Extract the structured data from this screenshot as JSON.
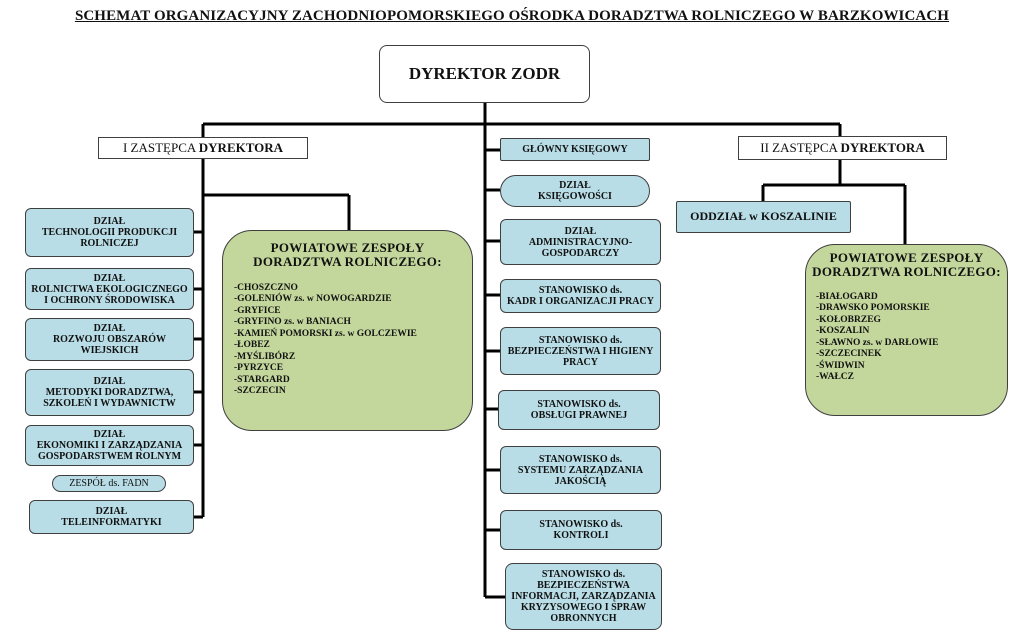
{
  "title": "SCHEMAT ORGANIZACYJNY ZACHODNIOPOMORSKIEGO OŚRODKA DORADZTWA ROLNICZEGO W BARZKOWICACH",
  "director": "DYREKTOR ZODR",
  "deputy1": {
    "prefix": "I ZASTĘPCA ",
    "suffix": "DYREKTORA"
  },
  "deputy2": {
    "prefix": "II ZASTĘPCA ",
    "suffix": "DYREKTORA"
  },
  "left_departments": [
    "DZIAŁ\nTECHNOLOGII PRODUKCJI\nROLNICZEJ",
    "DZIAŁ\nROLNICTWA EKOLOGICZNEGO\nI OCHRONY ŚRODOWISKA",
    "DZIAŁ\nROZWOJU OBSZARÓW\nWIEJSKICH",
    "DZIAŁ\nMETODYKI DORADZTWA,\nSZKOLEŃ I WYDAWNICTW",
    "DZIAŁ\nEKONOMIKI I ZARZĄDZANIA\nGOSPODARSTWEM ROLNYM",
    "ZESPÓŁ ds. FADN",
    "DZIAŁ\nTELEINFORMATYKI"
  ],
  "powiat_left": {
    "title": "POWIATOWE ZESPOŁY\nDORADZTWA ROLNICZEGO:",
    "items": [
      "-CHOSZCZNO",
      "-GOLENIÓW zs. w NOWOGARDZIE",
      "-GRYFICE",
      "-GRYFINO zs. w BANIACH",
      "-KAMIEŃ POMORSKI zs.  w GOLCZEWIE",
      "-ŁOBEZ",
      "-MYŚLIBÓRZ",
      "-PYRZYCE",
      "-STARGARD",
      "-SZCZECIN"
    ]
  },
  "center_units": [
    "GŁÓWNY KSIĘGOWY",
    "DZIAŁ\nKSIĘGOWOŚCI",
    "DZIAŁ\nADMINISTRACYJNO-\nGOSPODARCZY",
    "STANOWISKO ds.\nKADR I ORGANIZACJI PRACY",
    "STANOWISKO ds.\nBEZPIECZEŃSTWA I HIGIENY\nPRACY",
    "STANOWISKO ds.\nOBSŁUGI PRAWNEJ",
    "STANOWISKO ds.\nSYSTEMU ZARZĄDZANIA\nJAKOŚCIĄ",
    "STANOWISKO ds.\nKONTROLI",
    "STANOWISKO ds.\nBEZPIECZEŃSTWA\nINFORMACJI, ZARZĄDZANIA\nKRYZYSOWEGO I SPRAW\nOBRONNYCH"
  ],
  "branch": "ODDZIAŁ w KOSZALINIE",
  "powiat_right": {
    "title": "POWIATOWE ZESPOŁY\nDORADZTWA ROLNICZEGO:",
    "items": [
      "-BIAŁOGARD",
      "-DRAWSKO POMORSKIE",
      "-KOŁOBRZEG",
      "-KOSZALIN",
      "-SŁAWNO zs. w DARŁOWIE",
      "-SZCZECINEK",
      "-ŚWIDWIN",
      "-WAŁCZ"
    ]
  },
  "colors": {
    "unit_fill": "#b8dde6",
    "team_fill": "#c3d69b",
    "line": "#000000"
  }
}
